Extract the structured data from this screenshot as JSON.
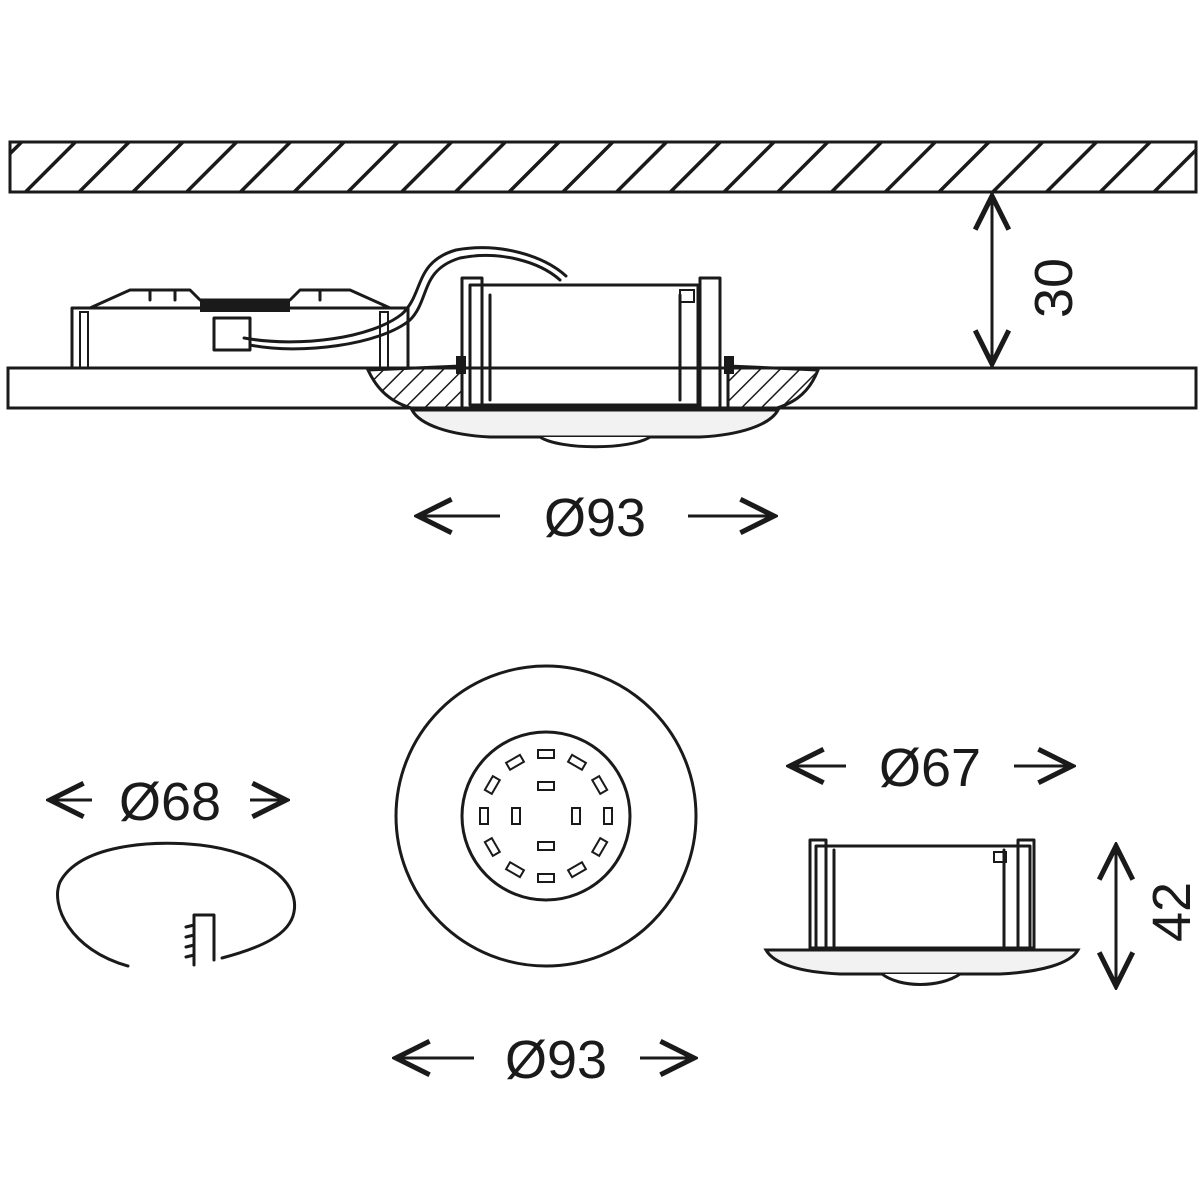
{
  "dimensions": {
    "side_view_diameter": "Ø93",
    "ceiling_clearance": "30",
    "cutout_diameter": "Ø68",
    "front_view_diameter": "Ø93",
    "housing_diameter": "Ø67",
    "housing_height": "42"
  },
  "colors": {
    "line": "#1a1a1a",
    "hatch_fill": "#ffffff",
    "light_fill": "#f2f2f2"
  }
}
